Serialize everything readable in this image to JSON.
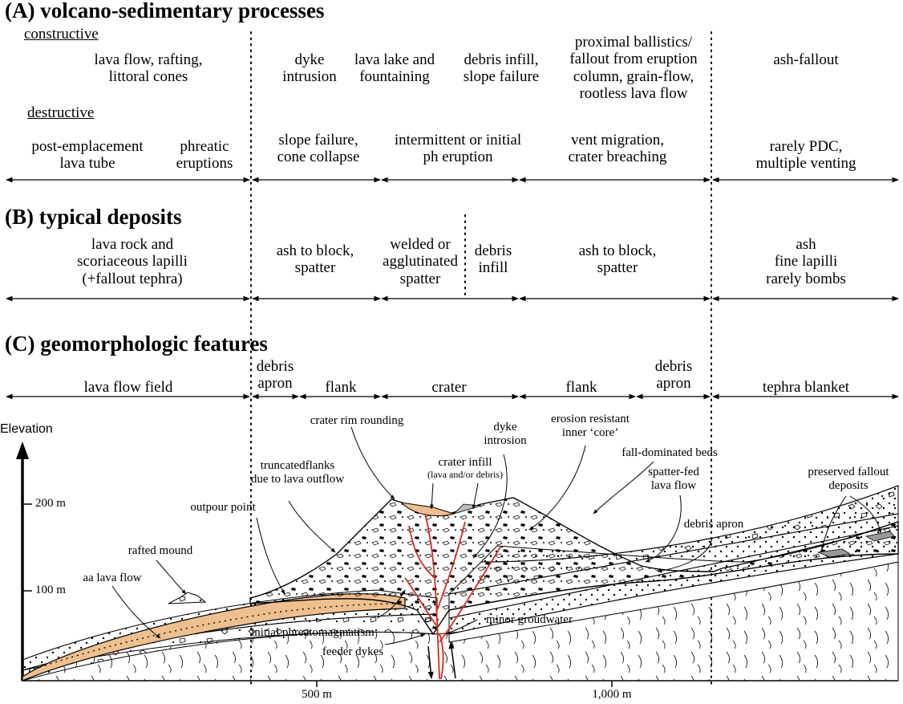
{
  "section_a": {
    "title": "(A) volcano-sedimentary processes",
    "constructive_label": "constructive",
    "destructive_label": "destructive",
    "constructive": [
      "lava flow, rafting,\nlittoral cones",
      "dyke\nintrusion",
      "lava lake and\nfountaining",
      "debris infill,\nslope failure",
      "proximal ballistics/\nfallout from eruption\ncolumn, grain-flow,\nrootless lava flow",
      "ash-fallout"
    ],
    "destructive": [
      "post-emplacement\nlava tube",
      "phreatic\neruptions",
      "slope failure,\ncone collapse",
      "intermittent or initial\nph eruption",
      "vent migration,\ncrater breaching",
      "rarely PDC,\nmultiple venting"
    ]
  },
  "section_b": {
    "title": "(B) typical deposits",
    "deposits": [
      "lava rock and\nscoriaceous lapilli\n(+fallout tephra)",
      "ash to block,\nspatter",
      "welded or\nagglutinated\nspatter",
      "debris\ninfill",
      "ash to block,\nspatter",
      "ash\nfine lapilli\nrarely bombs"
    ]
  },
  "section_c": {
    "title": "(C) geomorphologic features",
    "features": [
      "lava flow field",
      "debris\napron",
      "flank",
      "crater",
      "flank",
      "debris\napron",
      "tephra blanket"
    ]
  },
  "axis": {
    "y_title": "Elevation",
    "y_ticks": [
      "200 m",
      "100 m"
    ],
    "x_ticks": [
      "500 m",
      "1,000 m"
    ]
  },
  "annotations": {
    "crater_rim": "crater rim rounding",
    "dyke": "dyke\nintrosion",
    "erosion": "erosion resistant\ninner ‘core’",
    "crater_infill": "crater infill",
    "crater_infill_sub": "(lava and/or debris)",
    "truncated": "truncatedflanks\ndue to lava outflow",
    "fall_dominated": "fall-dominated beds",
    "spatter_fed": "spatter-fed\nlava flow",
    "preserved": "preserved fallout\ndeposits",
    "outpour": "outpour point",
    "rafted": "rafted mound",
    "debris_apron": "debris apron",
    "aa_flow": "aa lava flow",
    "groundwater": "minor groudwater",
    "phreato": "initial phreatomagmatism",
    "feeder": "feeder dykes"
  },
  "colors": {
    "lava": "#efc08f",
    "dyke": "#d42a1e",
    "line": "#000000"
  }
}
